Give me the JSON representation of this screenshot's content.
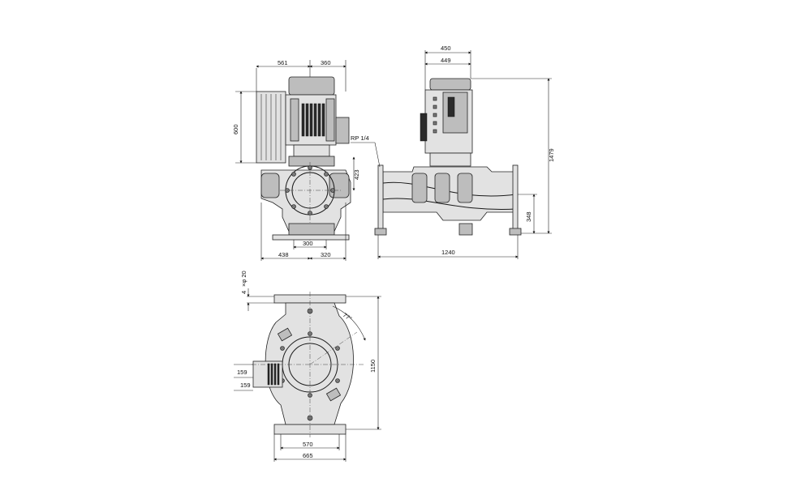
{
  "front_view": {
    "dim_left_width": "561",
    "dim_right_width": "360",
    "dim_motor_height": "600",
    "dim_flange_height": "423",
    "dim_base_inner": "300",
    "dim_base_left": "438",
    "dim_base_right": "320"
  },
  "side_view": {
    "dim_top_outer": "450",
    "dim_top_inner": "449",
    "label_port": "RP 1/4",
    "dim_total_height": "1479",
    "dim_flange_center": "348",
    "dim_length": "1240"
  },
  "top_view": {
    "dim_hole_spacing": "4",
    "dim_hole_diameter": "×φ 20",
    "dim_angle": "77°",
    "dim_depth": "1150",
    "dim_box_upper": "159",
    "dim_box_lower": "159",
    "dim_base_inner": "570",
    "dim_base_outer": "665"
  }
}
